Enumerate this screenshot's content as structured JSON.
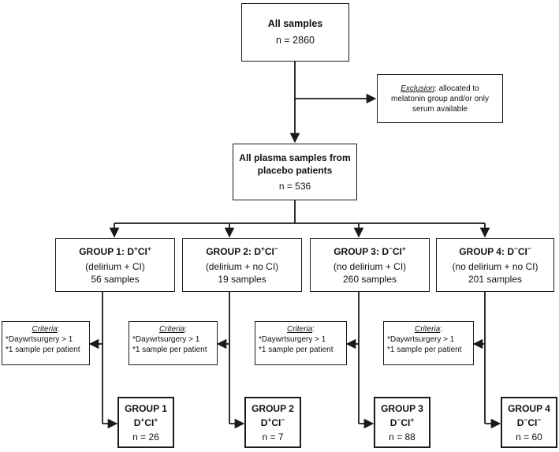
{
  "top_box": {
    "title": "All samples",
    "count": "n = 2860"
  },
  "exclusion": {
    "label": "Exclusion",
    "line1_rest": ": allocated to",
    "line2": "melatonin group and/or only",
    "line3": "serum available"
  },
  "plasma_box": {
    "line1": "All plasma samples from",
    "line2": "placebo patients",
    "count": "n = 536"
  },
  "groups": [
    {
      "prefix": "GROUP 1: D",
      "d_sup": "+",
      "ci": "CI",
      "ci_sup": "+",
      "desc": "(delirium + CI)",
      "samples": "56 samples"
    },
    {
      "prefix": "GROUP 2: D",
      "d_sup": "+",
      "ci": "CI",
      "ci_sup": "−",
      "desc": "(delirium + no CI)",
      "samples": "19 samples"
    },
    {
      "prefix": "GROUP 3: D",
      "d_sup": "−",
      "ci": "CI",
      "ci_sup": "+",
      "desc": "(no delirium + CI)",
      "samples": "260 samples"
    },
    {
      "prefix": "GROUP 4: D",
      "d_sup": "−",
      "ci": "CI",
      "ci_sup": "−",
      "desc": "(no delirium + no CI)",
      "samples": "201 samples"
    }
  ],
  "criteria": {
    "label": "Criteria",
    "colon": ":",
    "line1": "*Daywrtsurgery > 1",
    "line2": "*1 sample per patient"
  },
  "finals": [
    {
      "title": "GROUP 1",
      "d": "D",
      "d_sup": "+",
      "ci": "CI",
      "ci_sup": "+",
      "n": "n = 26"
    },
    {
      "title": "GROUP 2",
      "d": "D",
      "d_sup": "+",
      "ci": "CI",
      "ci_sup": "−",
      "n": "n = 7"
    },
    {
      "title": "GROUP 3",
      "d": "D",
      "d_sup": "−",
      "ci": "CI",
      "ci_sup": "+",
      "n": "n = 88"
    },
    {
      "title": "GROUP 4",
      "d": "D",
      "d_sup": "−",
      "ci": "CI",
      "ci_sup": "−",
      "n": "n = 60"
    }
  ]
}
